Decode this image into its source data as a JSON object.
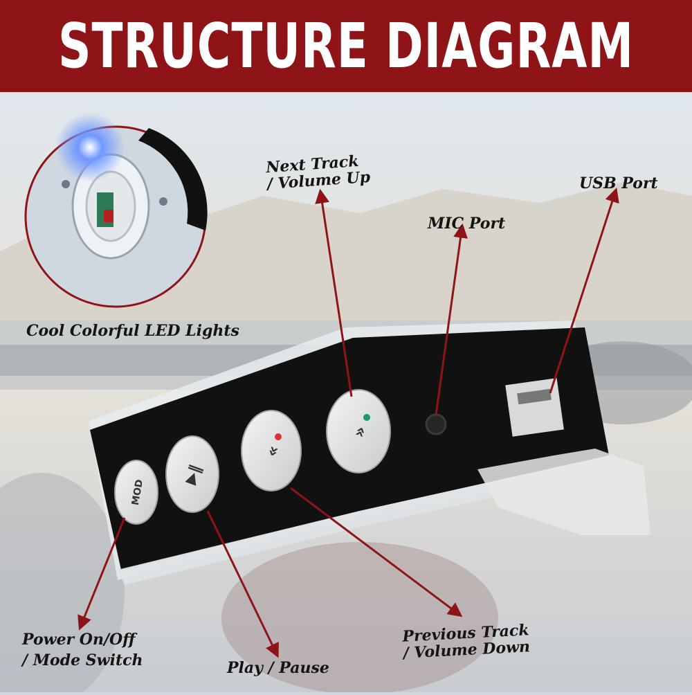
{
  "header": {
    "title": "STRUCTURE DIAGRAM"
  },
  "callouts": {
    "led": "Cool Colorful LED Lights",
    "next_track_line1": "Next Track",
    "next_track_line2": "/ Volume Up",
    "mic": "MIC Port",
    "usb": "USB Port",
    "power_line1": "Power On/Off",
    "power_line2": "/ Mode Switch",
    "play": "Play / Pause",
    "prev_track_line1": "Previous Track",
    "prev_track_line2": "/ Volume Down"
  },
  "buttons": {
    "mode": "M○D"
  },
  "colors": {
    "banner": "#8e1418",
    "arrow": "#8e1418",
    "device_body": "#111111",
    "led_glow": "#3a6bff"
  },
  "icons": [
    "mode-button-icon",
    "play-pause-icon",
    "previous-track-icon",
    "next-track-icon",
    "mic-hole-icon",
    "usb-port-icon"
  ]
}
